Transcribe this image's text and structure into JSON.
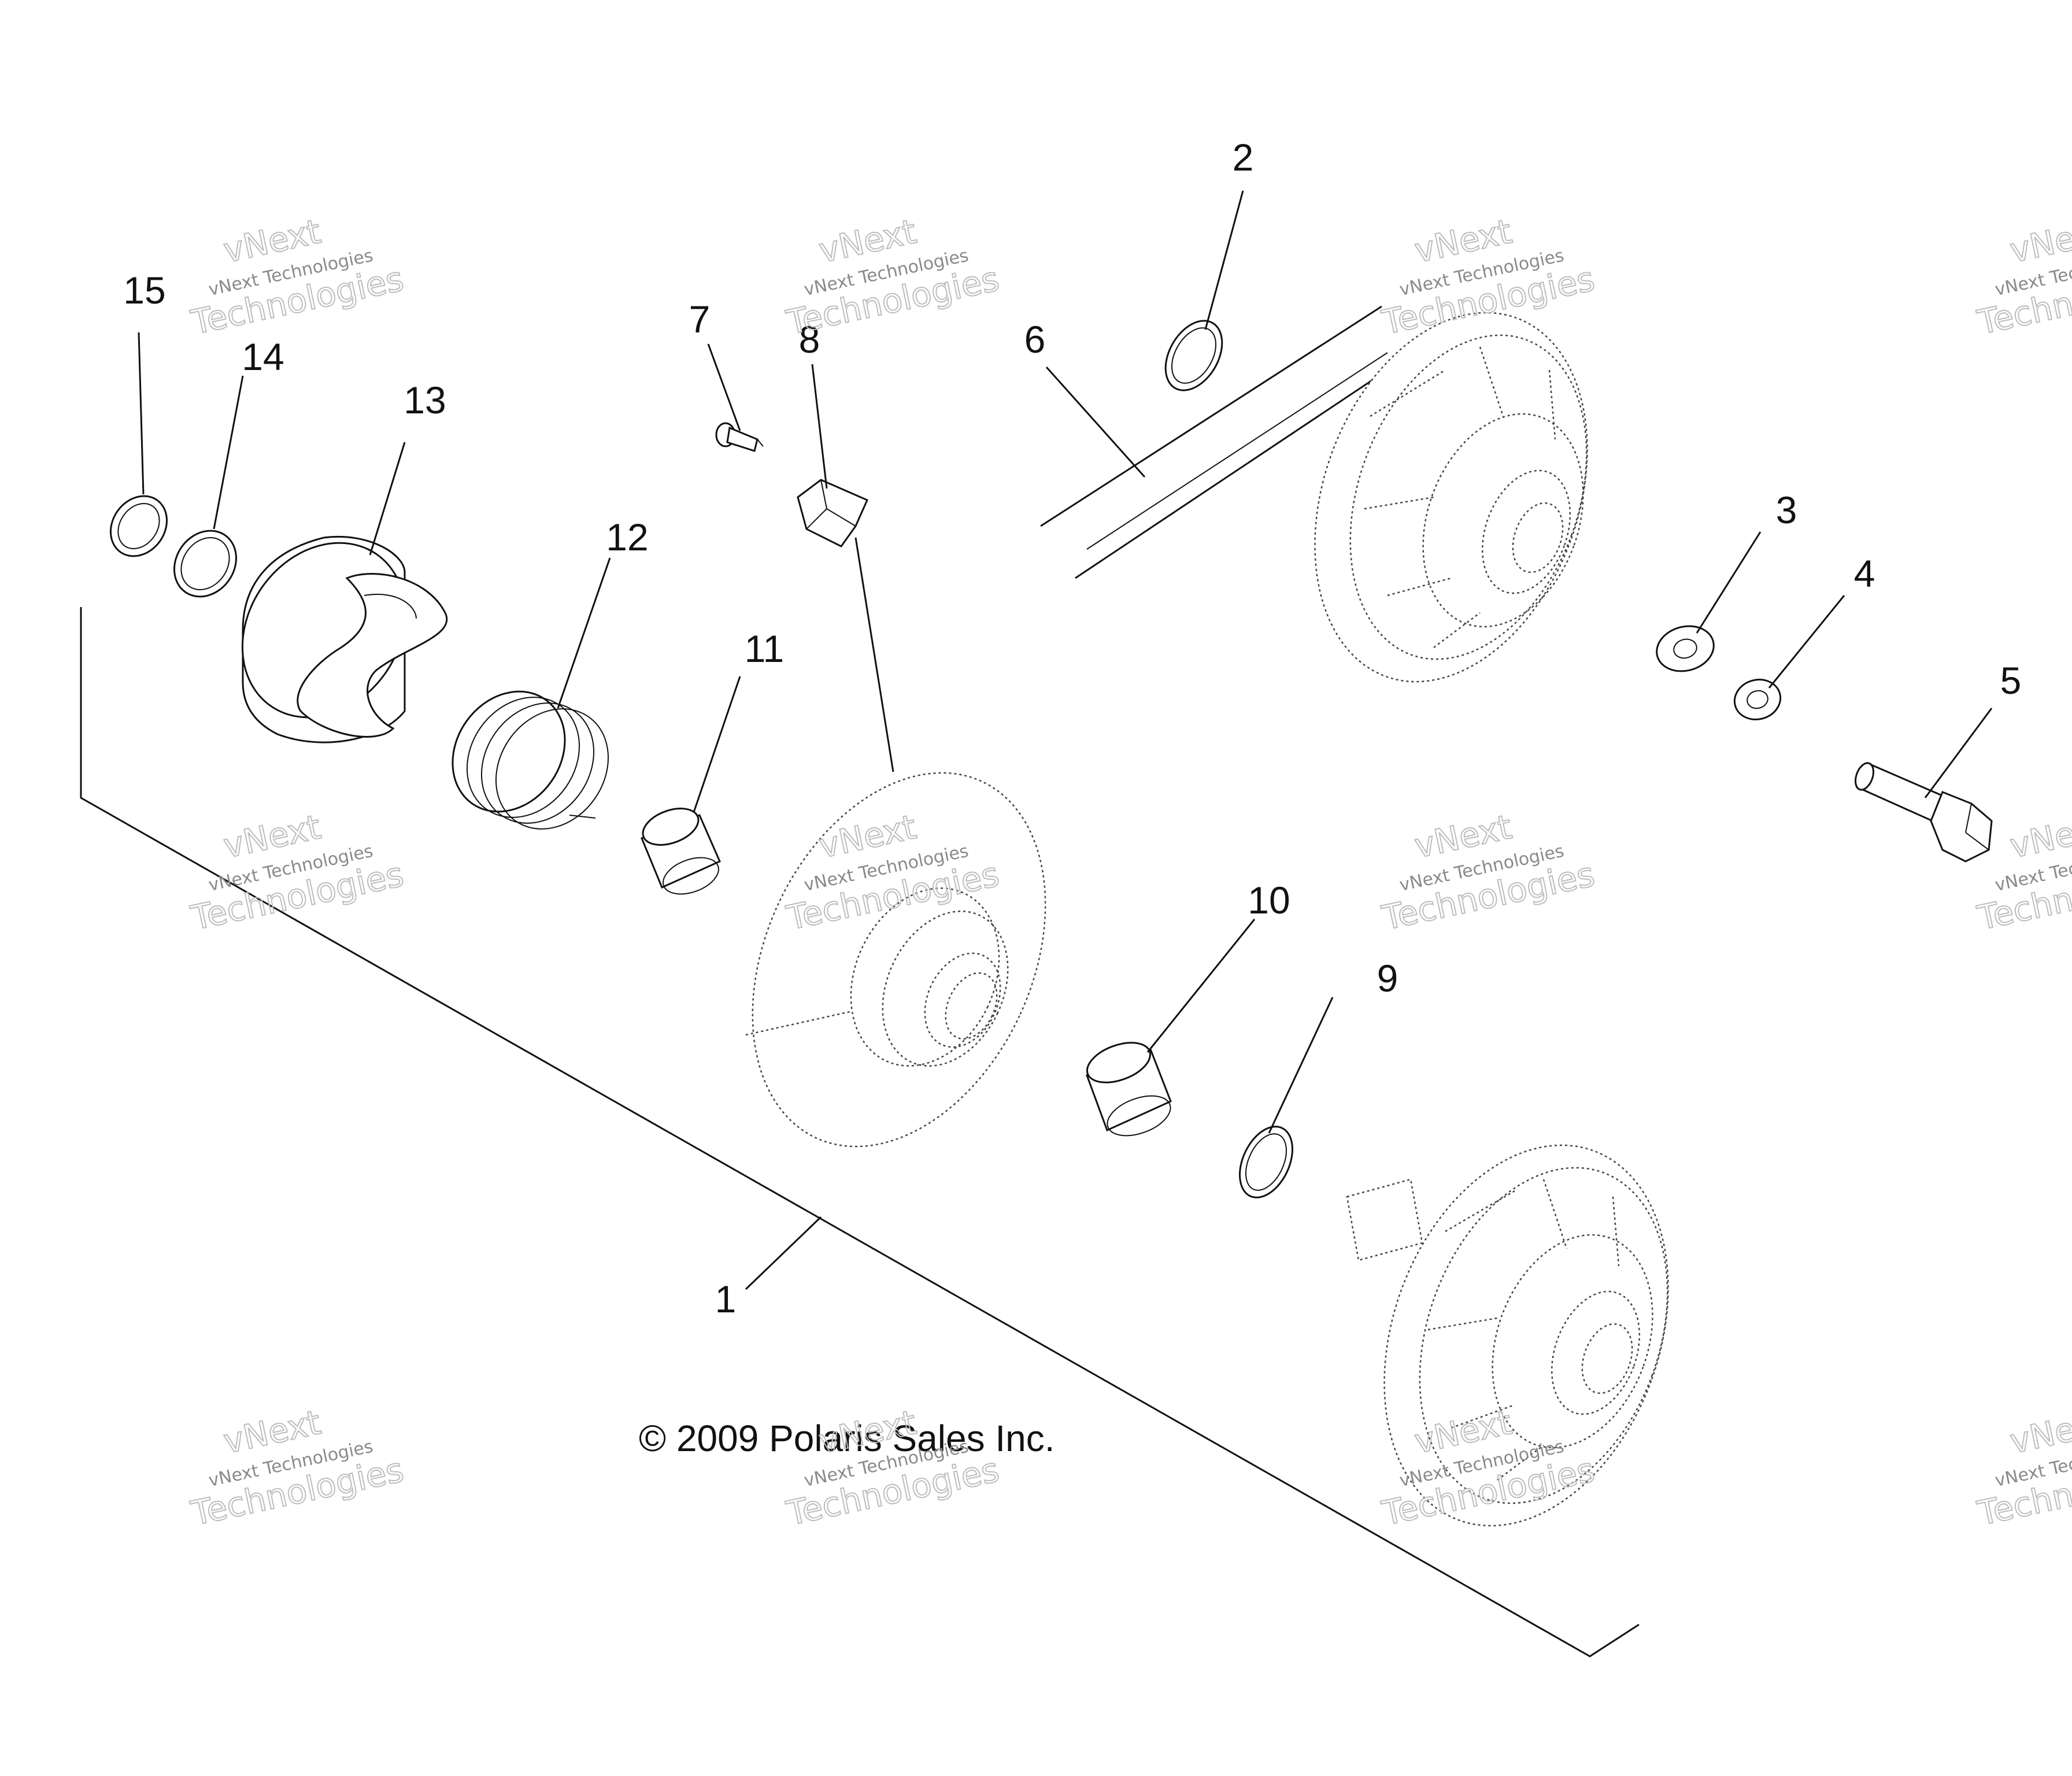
{
  "diagram": {
    "callouts": [
      "1",
      "2",
      "3",
      "4",
      "5",
      "6",
      "7",
      "8",
      "9",
      "10",
      "11",
      "12",
      "13",
      "14",
      "15"
    ],
    "copyright": "© 2009 Polaris Sales Inc.",
    "watermark": {
      "line1": "vNext",
      "line2": "vNext Technologies",
      "line3": "Technologies"
    }
  }
}
